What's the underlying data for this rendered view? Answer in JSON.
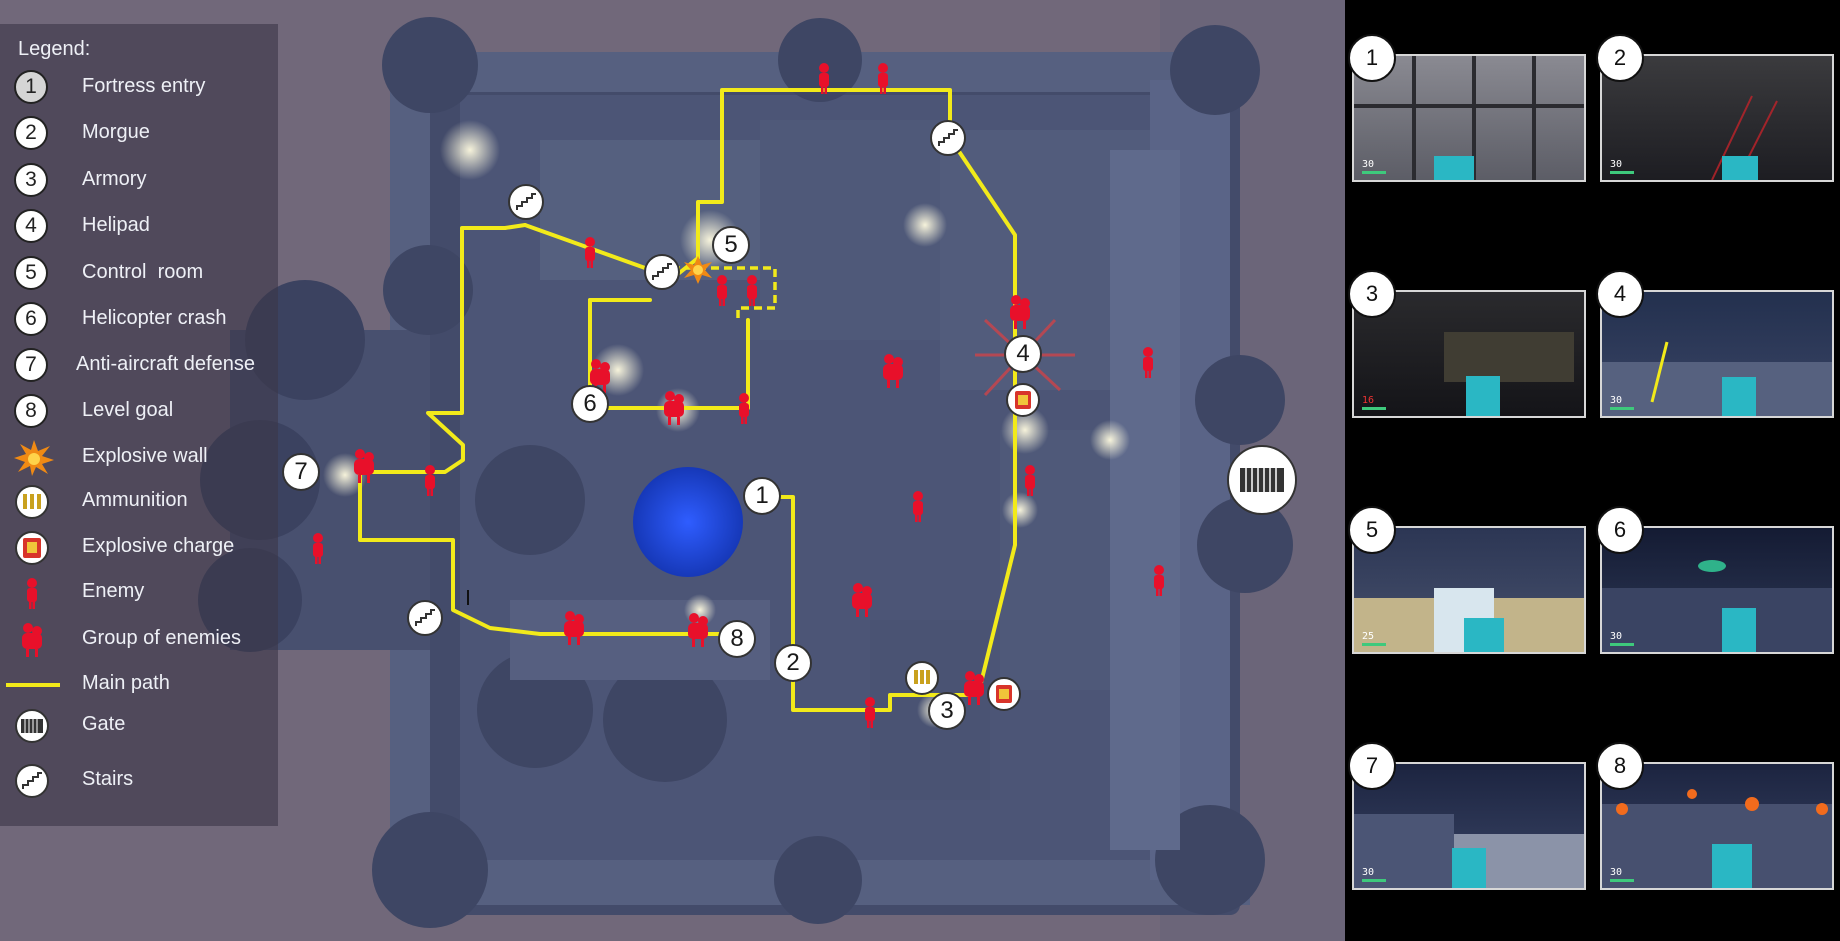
{
  "legend": {
    "title": "Legend:",
    "items": [
      {
        "icon": "number-1-icon",
        "num": "1",
        "label": "Fortress entry"
      },
      {
        "icon": "number-2-icon",
        "num": "2",
        "label": "Morgue"
      },
      {
        "icon": "number-3-icon",
        "num": "3",
        "label": "Armory"
      },
      {
        "icon": "number-4-icon",
        "num": "4",
        "label": "Helipad"
      },
      {
        "icon": "number-5-icon",
        "num": "5",
        "label": "Control  room"
      },
      {
        "icon": "number-6-icon",
        "num": "6",
        "label": "Helicopter crash"
      },
      {
        "icon": "number-7-icon",
        "num": "7",
        "label": "Anti-aircraft defense"
      },
      {
        "icon": "number-8-icon",
        "num": "8",
        "label": "Level goal"
      },
      {
        "icon": "explosion-icon",
        "label": "Explosive wall"
      },
      {
        "icon": "ammunition-icon",
        "label": "Ammunition"
      },
      {
        "icon": "explosive-charge-icon",
        "label": "Explosive charge"
      },
      {
        "icon": "enemy-icon",
        "label": "Enemy"
      },
      {
        "icon": "enemy-group-icon",
        "label": "Group of enemies"
      },
      {
        "icon": "main-path-line-icon",
        "label": "Main path"
      },
      {
        "icon": "gate-icon",
        "label": "Gate"
      },
      {
        "icon": "stairs-icon",
        "label": "Stairs"
      }
    ]
  },
  "map": {
    "markers": [
      "1",
      "2",
      "3",
      "4",
      "5",
      "6",
      "7",
      "8"
    ]
  },
  "screenshots": [
    {
      "num": "1",
      "ammo": "30"
    },
    {
      "num": "2",
      "ammo": "30"
    },
    {
      "num": "3",
      "ammo": "16"
    },
    {
      "num": "4",
      "ammo": "30"
    },
    {
      "num": "5",
      "ammo": "25"
    },
    {
      "num": "6",
      "ammo": "30"
    },
    {
      "num": "7",
      "ammo": "30"
    },
    {
      "num": "8",
      "ammo": "30"
    }
  ],
  "colors": {
    "path": "#f2ea1a",
    "enemy": "#e8102a",
    "fortress": "#3d4562",
    "background": "#6f6574"
  }
}
